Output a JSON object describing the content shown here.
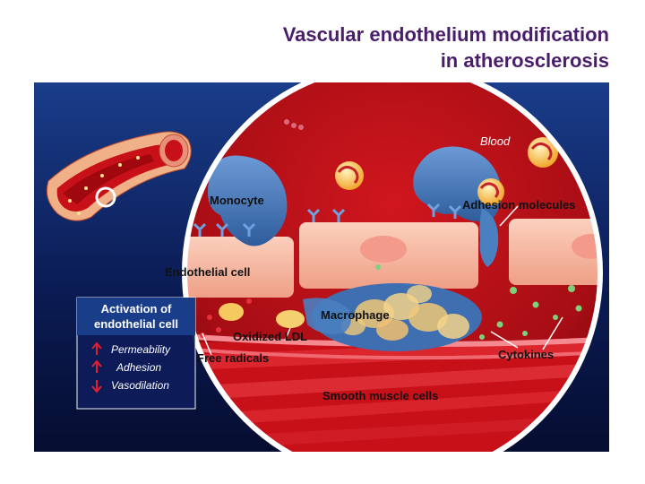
{
  "title": {
    "line1": "Vascular endothelium modification",
    "line2": "in atherosclerosis"
  },
  "labels": {
    "blood": "Blood",
    "monocyte": "Monocyte",
    "adhesion_molecules": "Adhesion molecules",
    "endothelial_cell": "Endothelial cell",
    "macrophage": "Macrophage",
    "oxidized_ldl": "Oxidized LDL",
    "free_radicals": "Free radicals",
    "cytokines": "Cytokines",
    "smooth_muscle_cells": "Smooth muscle cells"
  },
  "activation_box": {
    "title_line1": "Activation of",
    "title_line2": "endothelial cell",
    "items": [
      {
        "text": "Permeability",
        "direction": "up"
      },
      {
        "text": "Adhesion",
        "direction": "up"
      },
      {
        "text": "Vasodilation",
        "direction": "down"
      }
    ]
  },
  "colors": {
    "title": "#4a1d6b",
    "background_dark": "#0a1a4a",
    "blood_red": "#c8141c",
    "endothelial": "#f7b7a0",
    "monocyte_blue": "#4a7fc0",
    "arrow_red": "#e0202a"
  }
}
